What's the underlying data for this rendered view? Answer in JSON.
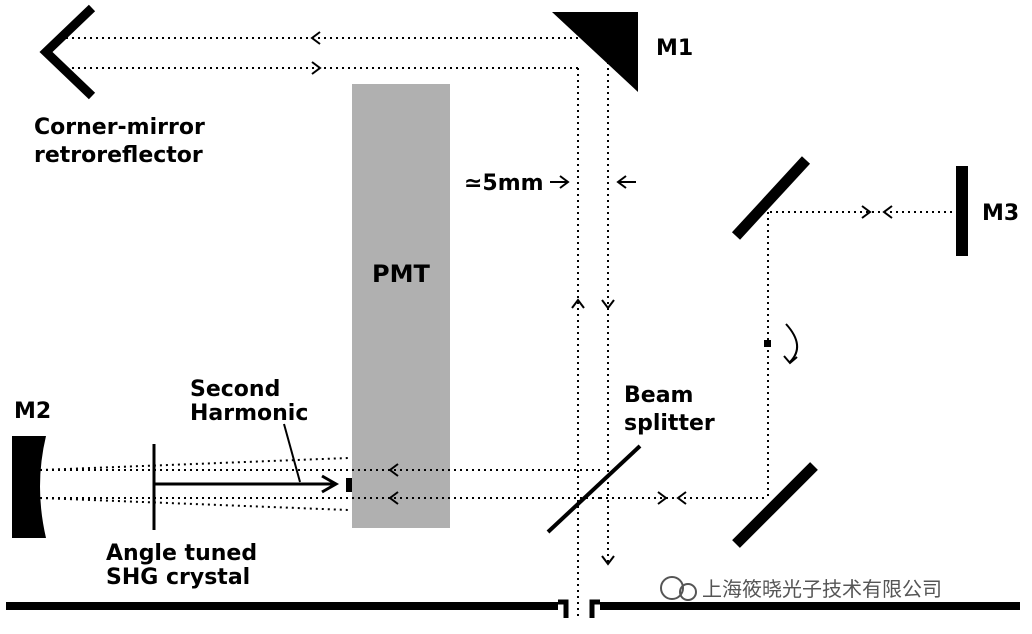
{
  "labels": {
    "m1": "M1",
    "m2": "M2",
    "m3": "M3",
    "retro_line1": "Corner-mirror",
    "retro_line2": "retroreflector",
    "pmt": "PMT",
    "spacing": "≃5mm",
    "beam_splitter_line1": "Beam",
    "beam_splitter_line2": "splitter",
    "second_harmonic_line1": "Second",
    "second_harmonic_line2": "Harmonic",
    "crystal_line1": "Angle tuned",
    "crystal_line2": "SHG crystal"
  },
  "watermark": "上海筱晓光子技术有限公司",
  "colors": {
    "pmt_fill": "#b0b0b0",
    "ink": "#000000",
    "watermark": "#555555"
  }
}
